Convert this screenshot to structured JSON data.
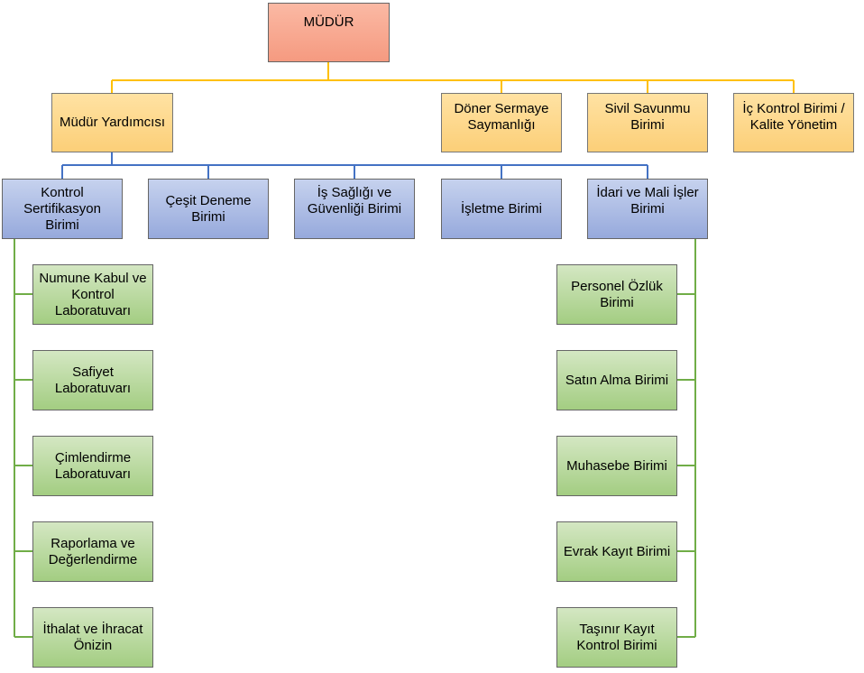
{
  "director": {
    "label": "MÜDÜR"
  },
  "deputy": {
    "label": "Müdür Yardımcısı"
  },
  "staff_units": [
    {
      "label": "Döner Sermaye Saymanlığı"
    },
    {
      "label": "Sivil Savunmu Birimi"
    },
    {
      "label": "İç Kontrol Birimi / Kalite Yönetim"
    }
  ],
  "units": [
    {
      "label": "Kontrol Sertifikasyon Birimi"
    },
    {
      "label": "Çeşit Deneme Birimi"
    },
    {
      "label": "İş Sağlığı  ve Güvenliği Birimi"
    },
    {
      "label": "İşletme Birimi"
    },
    {
      "label": "İdari ve Mali İşler Birimi"
    }
  ],
  "control_sub_units": [
    {
      "label": "Numune Kabul ve Kontrol Laboratuvarı"
    },
    {
      "label": "Safiyet Laboratuvarı"
    },
    {
      "label": "Çimlendirme Laboratuvarı"
    },
    {
      "label": "Raporlama ve Değerlendirme"
    },
    {
      "label": "İthalat ve İhracat Önizin"
    }
  ],
  "admin_sub_units": [
    {
      "label": "Personel Özlük Birimi"
    },
    {
      "label": "Satın Alma Birimi"
    },
    {
      "label": "Muhasebe Birimi"
    },
    {
      "label": "Evrak Kayıt Birimi"
    },
    {
      "label": "Taşınır Kayıt Kontrol Birimi"
    }
  ],
  "colors": {
    "director_fill": "#f59a80",
    "staff_fill": "#fccf78",
    "unit_fill": "#96a9dc",
    "lab_fill": "#a3cd82",
    "line_top": "#ffc000",
    "line_mid": "#4472c4",
    "line_sub": "#70ad47"
  }
}
